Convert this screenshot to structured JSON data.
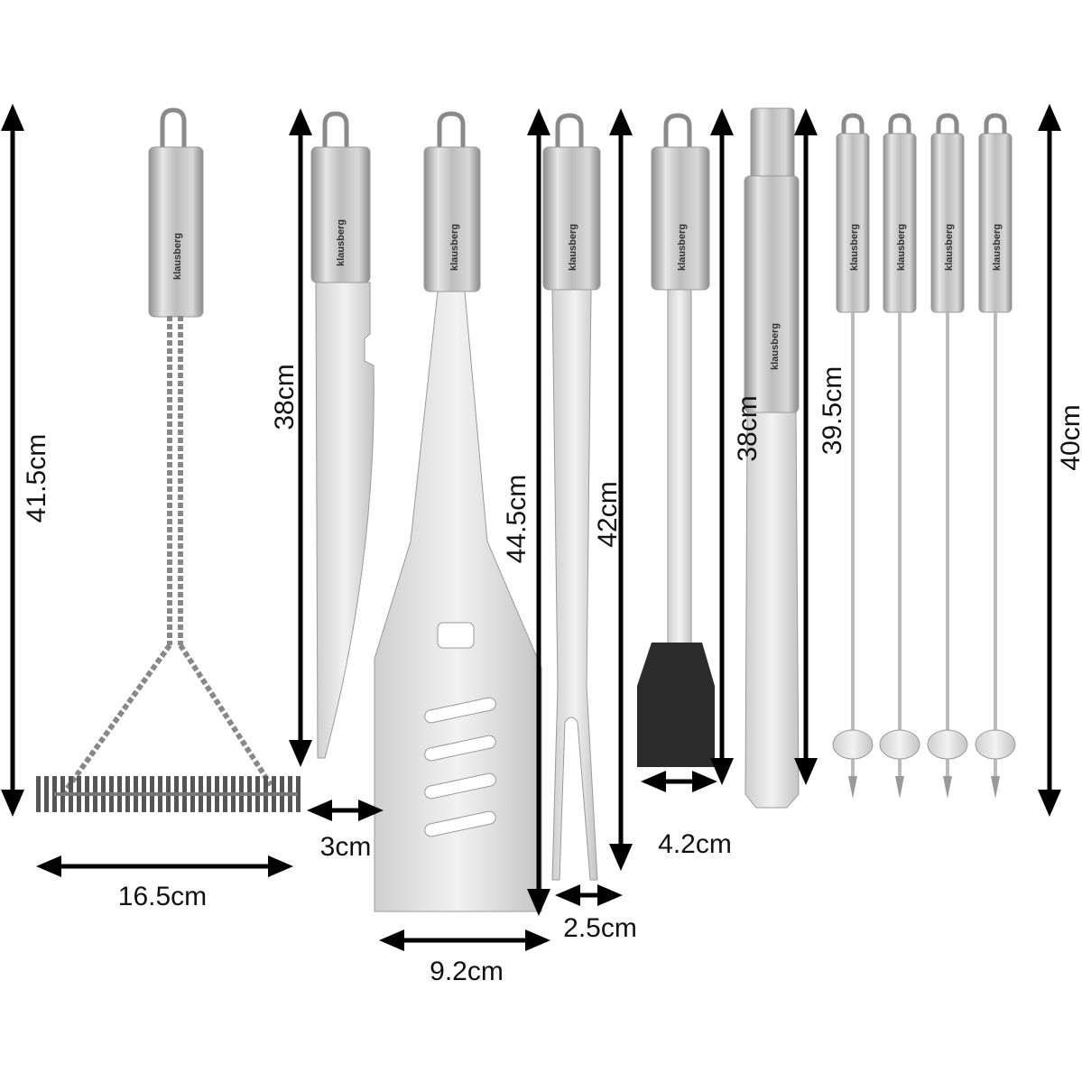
{
  "brand": "klausberg",
  "colors": {
    "background": "#ffffff",
    "arrows": "#000000",
    "steel": "#c8c8c8",
    "silicone": "#2b2b2b"
  },
  "tools": [
    {
      "name": "grill-brush",
      "height_label": "41.5cm",
      "width_label": "16.5cm"
    },
    {
      "name": "knife",
      "height_label": "38cm",
      "width_label": "3cm"
    },
    {
      "name": "spatula",
      "height_label": "44.5cm",
      "width_label": "9.2cm"
    },
    {
      "name": "fork",
      "height_label": "42cm",
      "width_label": "2.5cm"
    },
    {
      "name": "basting-brush",
      "height_label": "38cm",
      "width_label": "4.2cm"
    },
    {
      "name": "tongs",
      "height_label": "39.5cm"
    },
    {
      "name": "skewers",
      "height_label": "40cm"
    }
  ]
}
